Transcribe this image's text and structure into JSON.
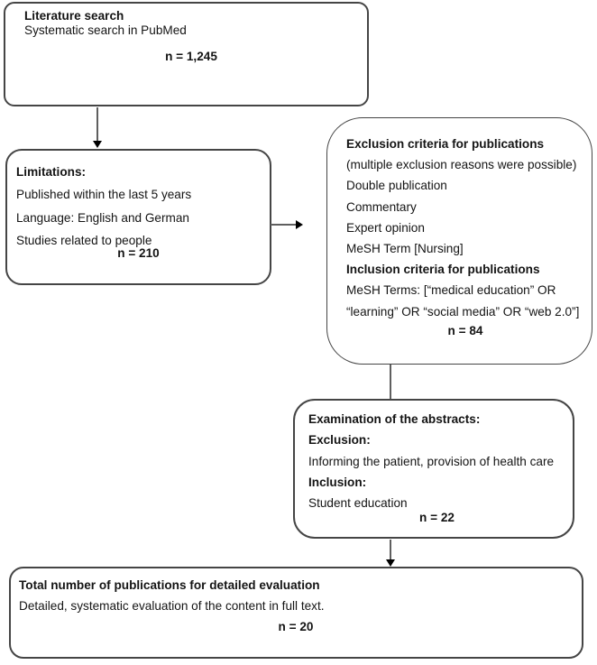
{
  "diagram": {
    "boxes": [
      {
        "id": "literature-search",
        "lines": [
          "Literature search",
          "Systematic search in PubMed"
        ],
        "count": "n = 1,245"
      },
      {
        "id": "limitations",
        "lines": [
          "Limitations:",
          "Published within the last 5 years",
          "Language: English and German",
          "Studies related to people"
        ],
        "count": "n = 210"
      },
      {
        "id": "criteria-for-publications",
        "lines": [
          "Exclusion criteria for publications",
          "(multiple exclusion reasons were possible)",
          "Double publication",
          "Commentary",
          "Expert opinion",
          "MeSH Term [Nursing]",
          "Inclusion criteria for publications",
          "MeSH Terms: [“medical education” OR",
          "“learning” OR “social media” OR “web 2.0”]"
        ],
        "count": "n = 84"
      },
      {
        "id": "examination-of-abstracts",
        "lines": [
          "Examination of the abstracts:",
          "Exclusion:",
          "Informing the patient, provision of health care",
          "Inclusion:",
          "Student education"
        ],
        "count": "n = 22"
      },
      {
        "id": "total-detailed-evaluation",
        "lines": [
          "Total number of publications for detailed evaluation",
          "Detailed, systematic evaluation of the content in full text."
        ],
        "count": "n = 20"
      }
    ]
  },
  "colors": {
    "box_border": "#454545",
    "connector": "#5f5f5f",
    "arrowhead": "#000000",
    "text": "#141414",
    "background": "#ffffff"
  }
}
